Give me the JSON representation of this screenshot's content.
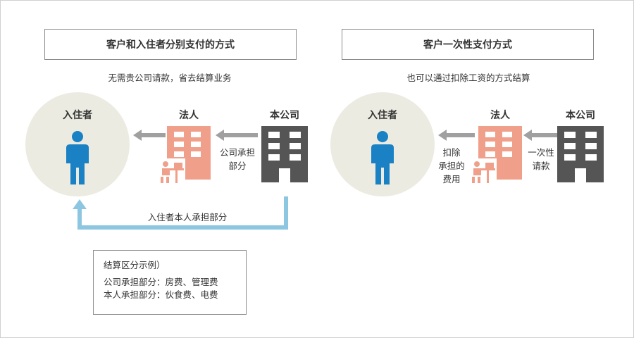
{
  "left_panel": {
    "title": "客户和入住者分别支付的方式",
    "subtitle": "无需贵公司请款，省去结算业务",
    "resident_label": "入住者",
    "corporation_label": "法人",
    "company_label": "本公司",
    "company_to_corp_caption": [
      "公司承担",
      "部分"
    ],
    "resident_payment_caption": "入住者本人承担部分"
  },
  "note": {
    "heading": "结算区分示例）",
    "line1": "公司承担部分：房费、管理费",
    "line2": "本人承担部分：伙食费、电费"
  },
  "right_panel": {
    "title": "客户一次性支付方式",
    "subtitle": "也可以通过扣除工资的方式结算",
    "resident_label": "入住者",
    "corporation_label": "法人",
    "company_label": "本公司",
    "corp_to_resident_caption": [
      "扣除",
      "承担的",
      "费用"
    ],
    "company_to_corp_caption": [
      "一次性",
      "请款"
    ]
  },
  "colors": {
    "resident": "#1a82c4",
    "corporation": "#f0a08a",
    "company": "#555555",
    "gray_arrow": "#a0a0a0",
    "blue_arrow": "#8cc6e0",
    "circle": "#ecebe1"
  }
}
